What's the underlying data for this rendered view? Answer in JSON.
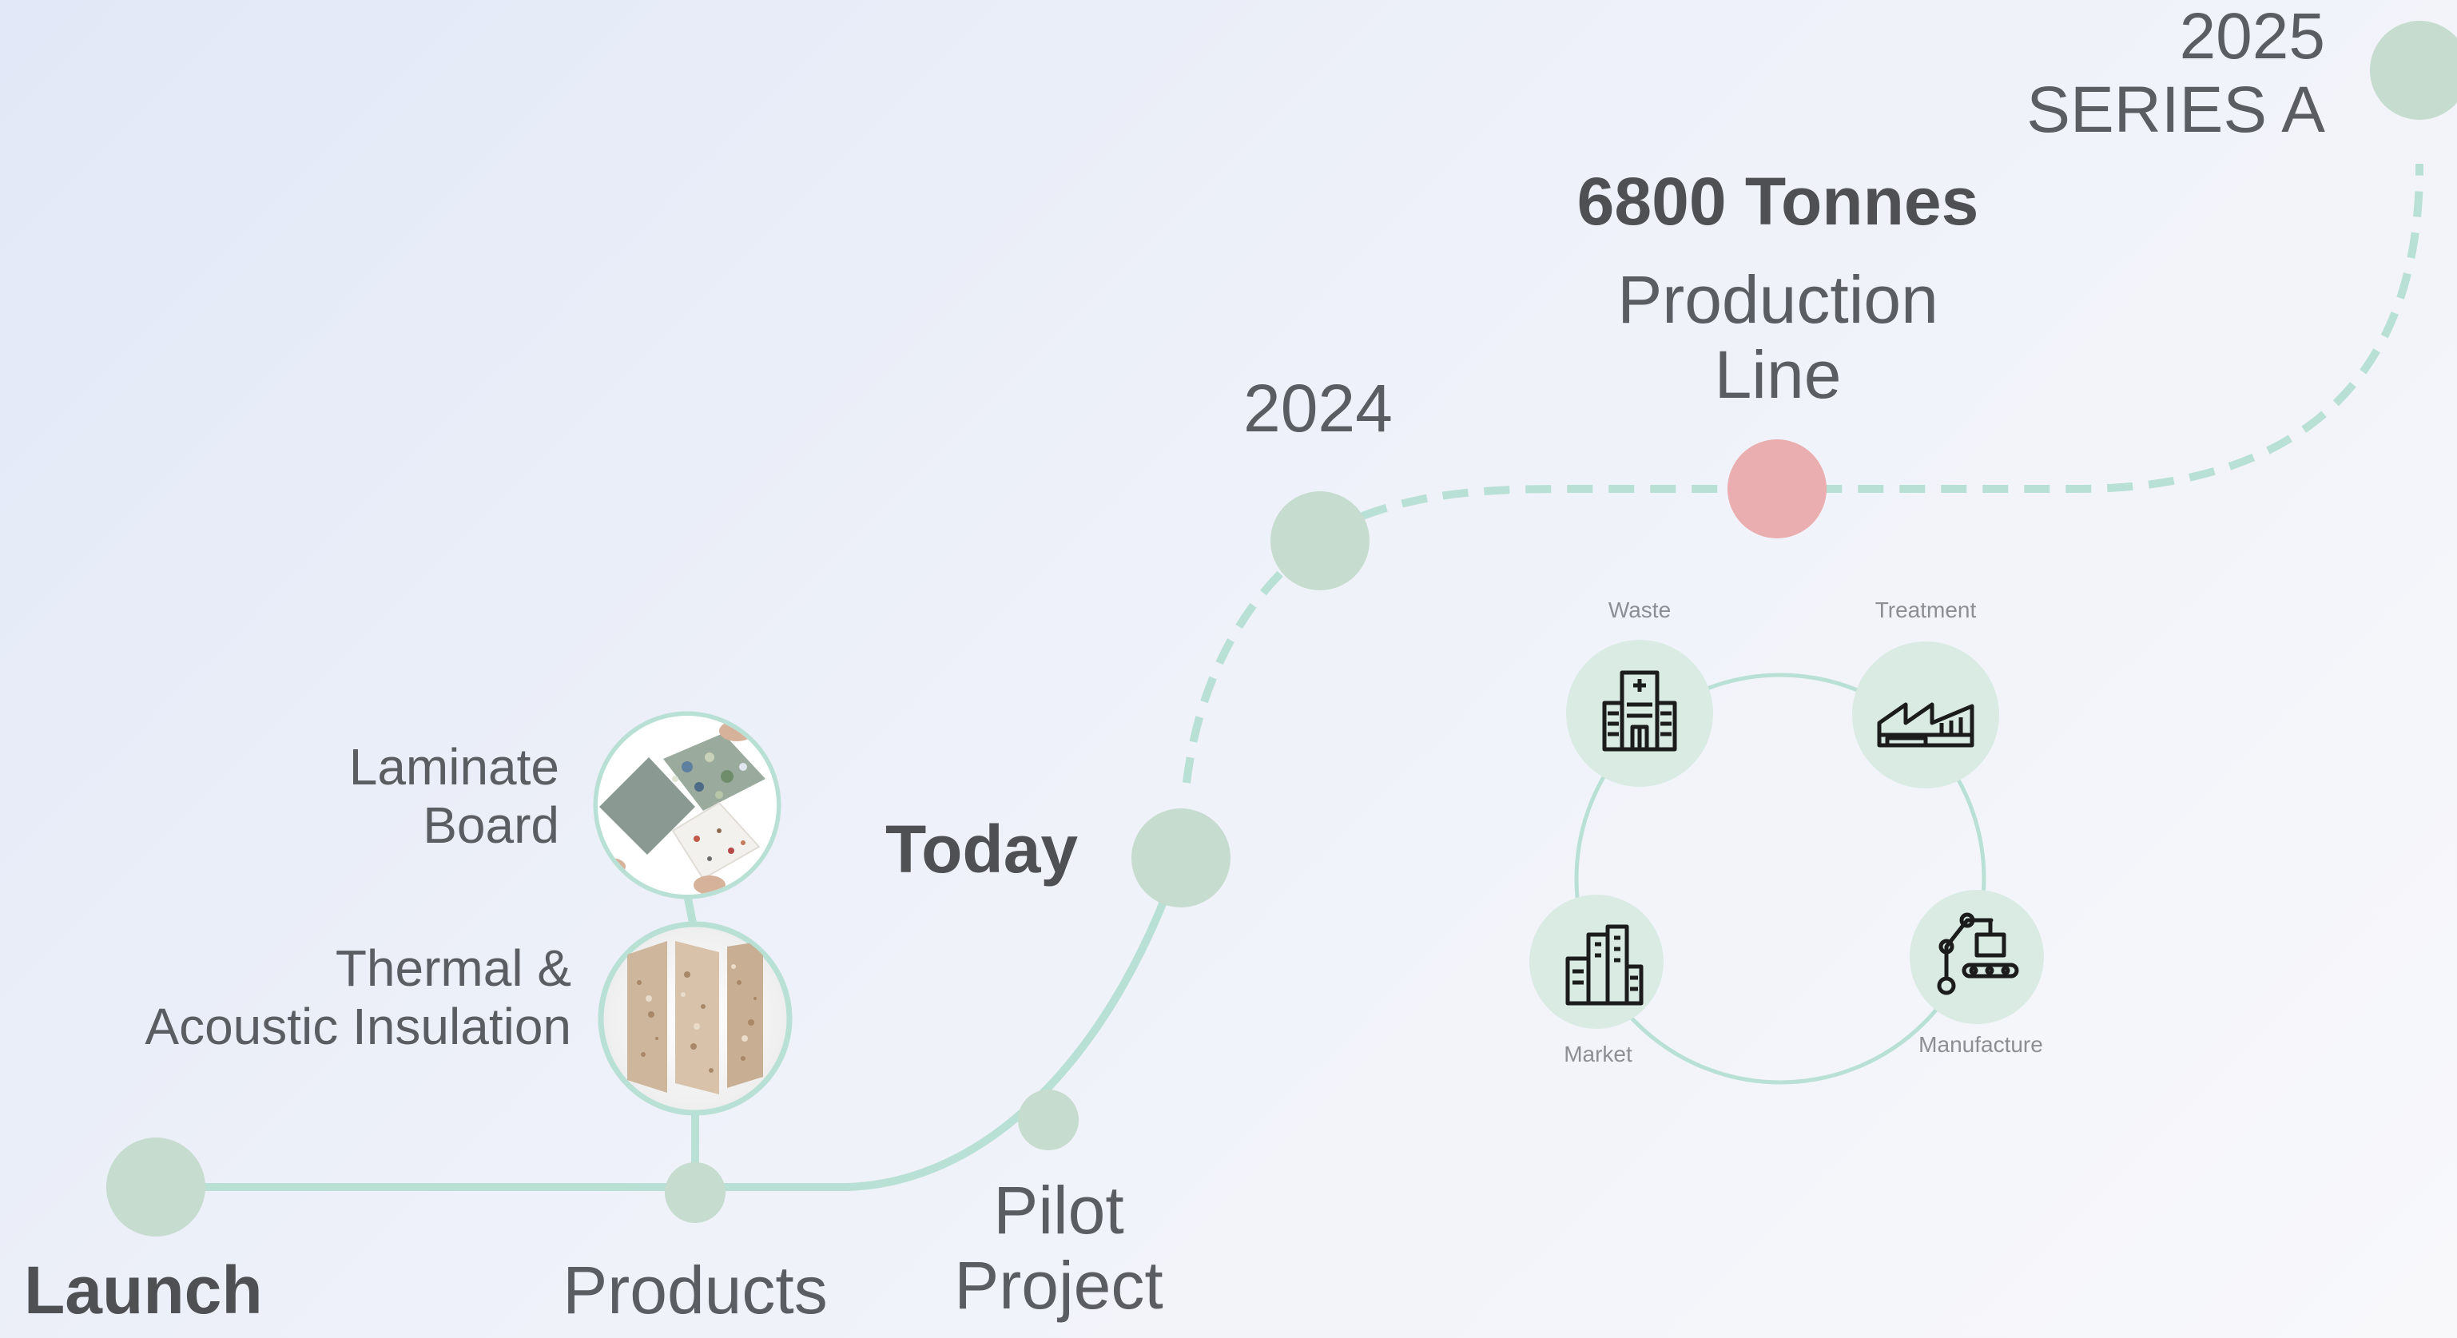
{
  "timeline": {
    "launch": "Launch",
    "products": "Products",
    "pilot_project": [
      "Pilot",
      "Project"
    ],
    "today": "Today",
    "year_2024": "2024",
    "capacity": "6800 Tonnes",
    "production_line": [
      "Production",
      "Line"
    ],
    "series_a": [
      "2025",
      "SERIES A"
    ]
  },
  "products": {
    "laminate_board": [
      "Laminate",
      "Board"
    ],
    "insulation": [
      "Thermal &",
      "Acoustic Insulation"
    ]
  },
  "cycle": {
    "waste": "Waste",
    "treatment": "Treatment",
    "manufacture": "Manufacture",
    "market": "Market",
    "icons": [
      "hospital-icon",
      "factory-icon",
      "robot-arm-icon",
      "city-buildings-icon"
    ]
  },
  "colors": {
    "milestone": "#c6dccf",
    "solid_line": "#b8e0d4",
    "dashed_line": "#b8e0d4",
    "highlight": "#eaadb0",
    "cycle_circle": "#d9ebe3"
  }
}
